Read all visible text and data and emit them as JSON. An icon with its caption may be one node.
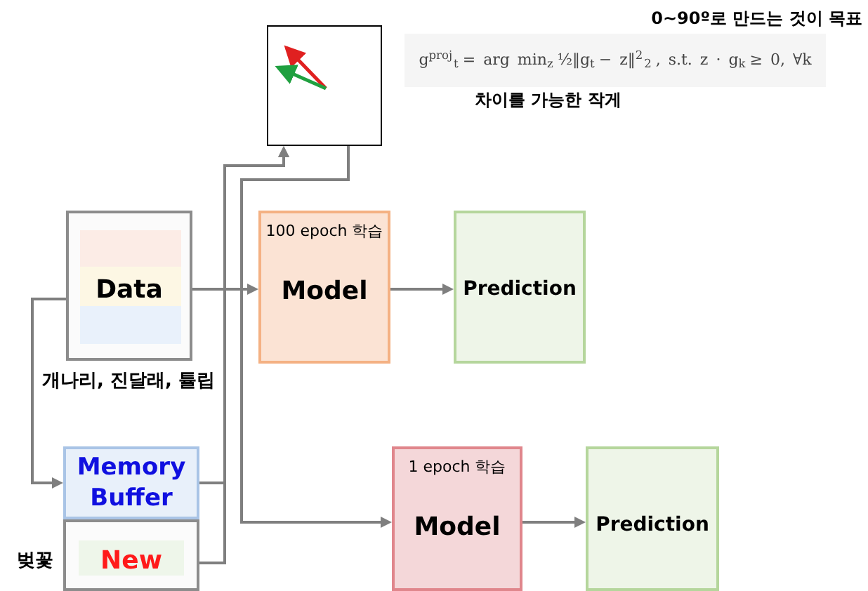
{
  "diagram": {
    "nodes": [
      {
        "text": [],
        "shape": "picture"
      },
      {
        "text": [
          "Data"
        ],
        "beside": [
          "개나리, 진달래, 튤립"
        ]
      },
      {
        "text": [
          "100 epoch 학습",
          "Model"
        ]
      },
      {
        "text": [
          "Prediction"
        ]
      },
      {
        "text": [
          "Memory Buffer"
        ]
      },
      {
        "text": [
          "New"
        ],
        "beside": [
          "벚꽃"
        ]
      },
      {
        "text": [
          "1 epoch 학습",
          "Model"
        ]
      },
      {
        "text": [
          "Prediction"
        ]
      }
    ],
    "edges": [
      {
        "from": 1,
        "to": 2,
        "arrow": "to"
      },
      {
        "from": 2,
        "to": 3,
        "arrow": "to"
      },
      {
        "from": 1,
        "to": 4,
        "arrow": "to"
      },
      {
        "from": 4,
        "to": 0,
        "arrow": "to"
      },
      {
        "from": 5,
        "to": 0,
        "arrow": "to"
      },
      {
        "from": 0,
        "to": 6,
        "arrow": "to"
      },
      {
        "from": 6,
        "to": 7,
        "arrow": "to"
      }
    ],
    "labels": [
      "0~90º로 만드는 것이 목표",
      "g$^{proj}$$_{t}$ = arg min$_{z}$ ½‖g$_{t}$ − z‖$^{2}$$_{2}$,   s.t.   z · g$_{k}$ ≥ 0,   ∀k",
      "차이를 가능한 작게"
    ]
  }
}
